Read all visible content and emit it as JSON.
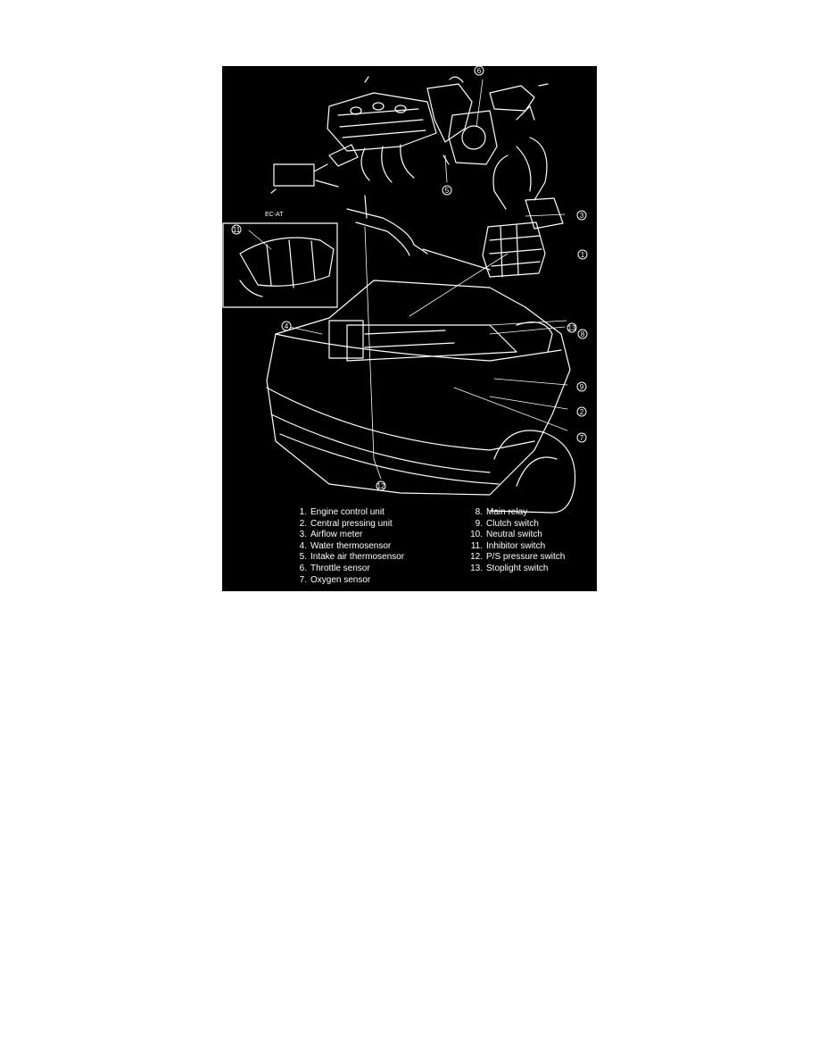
{
  "inset": {
    "title": "EC-AT"
  },
  "callouts": [
    "1",
    "2",
    "3",
    "4",
    "5",
    "6",
    "7",
    "8",
    "9",
    "11",
    "12",
    "13"
  ],
  "legend": {
    "left": [
      {
        "num": "1.",
        "label": "Engine control unit"
      },
      {
        "num": "2.",
        "label": "Central pressing unit"
      },
      {
        "num": "3.",
        "label": "Airflow meter"
      },
      {
        "num": "4.",
        "label": "Water thermosensor"
      },
      {
        "num": "5.",
        "label": "Intake air thermosensor"
      },
      {
        "num": "6.",
        "label": "Throttle sensor"
      },
      {
        "num": "7.",
        "label": "Oxygen sensor"
      }
    ],
    "right": [
      {
        "num": "8.",
        "label": "Main relay"
      },
      {
        "num": "9.",
        "label": "Clutch switch"
      },
      {
        "num": "10.",
        "label": "Neutral switch"
      },
      {
        "num": "11.",
        "label": "Inhibitor switch"
      },
      {
        "num": "12.",
        "label": "P/S pressure switch"
      },
      {
        "num": "13.",
        "label": "Stoplight switch"
      }
    ]
  }
}
